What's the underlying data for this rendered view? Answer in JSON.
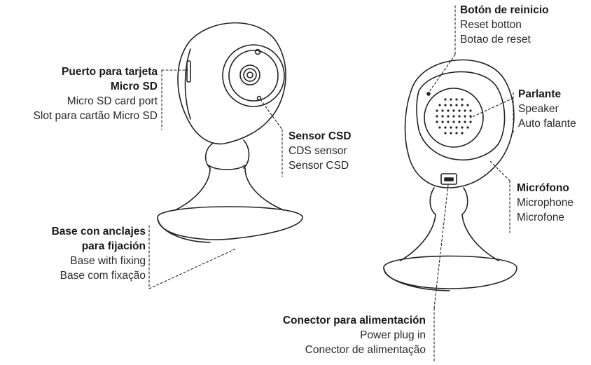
{
  "callouts": {
    "reset": {
      "title": "Botón de reinicio",
      "en": "Reset botton",
      "pt": "Botao de reset"
    },
    "microsd": {
      "title_line1": "Puerto para tarjeta",
      "title_line2": "Micro SD",
      "en": "Micro SD card port",
      "pt": "Slot para cartão Micro SD"
    },
    "sensor": {
      "title": "Sensor CSD",
      "en": "CDS sensor",
      "pt": "Sensor CSD"
    },
    "speaker": {
      "title": "Parlante",
      "en": "Speaker",
      "pt": "Auto falante"
    },
    "mic": {
      "title": "Micrófono",
      "en": "Microphone",
      "pt": "Microfone"
    },
    "base": {
      "title_line1": "Base con anclajes",
      "title_line2": "para fijación",
      "en": "Base with fixing",
      "pt": "Base com fixação"
    },
    "power": {
      "title": "Conector para alimentación",
      "en": "Power plug in",
      "pt": "Conector de alimentação"
    }
  },
  "colors": {
    "line": "#222222",
    "background": "#ffffff"
  }
}
